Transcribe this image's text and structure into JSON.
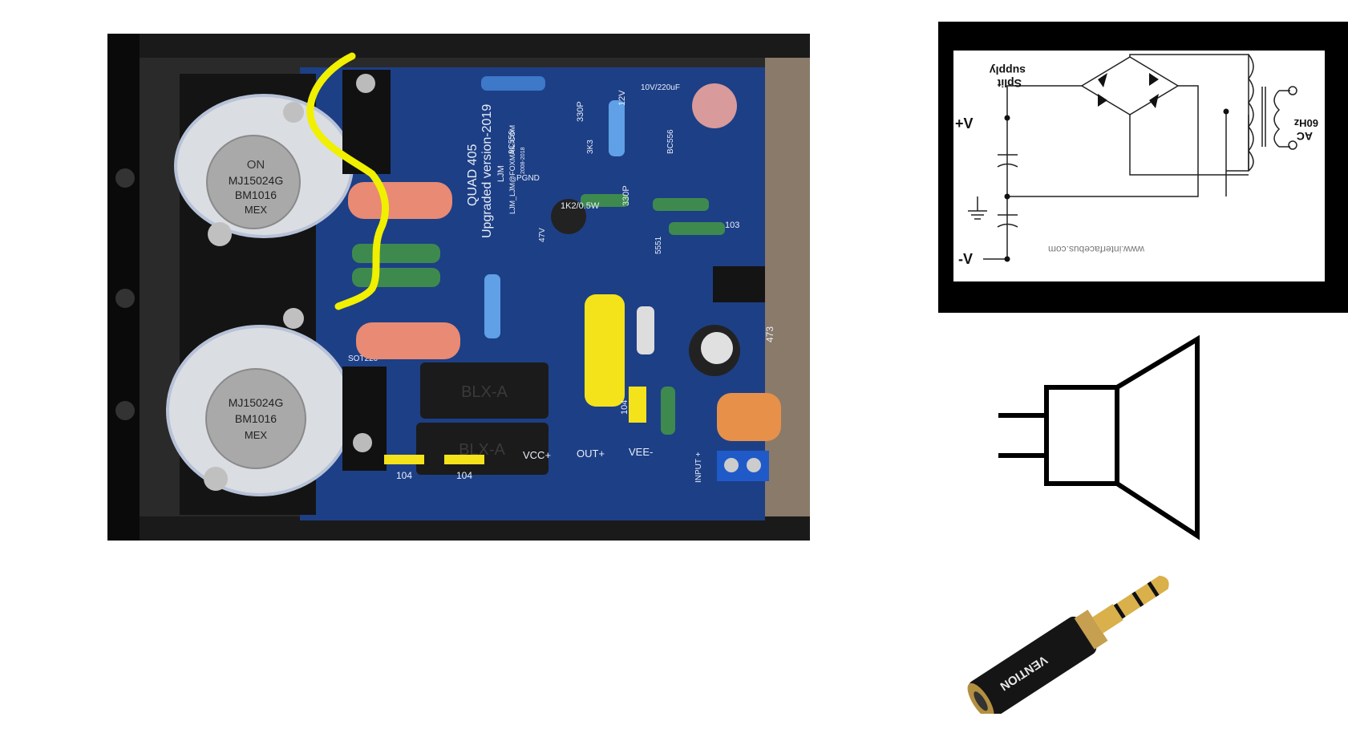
{
  "pcb_photo": {
    "board_title": "QUAD 405",
    "board_subtitle": "Upgraded version-2019",
    "board_author": "LJM",
    "board_email": "LJM_LJM@FOXMAIL.COM",
    "board_date": "2008-2018",
    "transistor_top": {
      "line1": "MJ15024G",
      "line2": "BM1016",
      "line3": "MEX",
      "logo": "ON"
    },
    "transistor_bottom": {
      "line1": "MJ15024G",
      "line2": "BM1016",
      "line3": "MEX"
    },
    "relay_top": "BLX-A",
    "relay_bottom": "BLX-A",
    "labels": {
      "c330p_a": "330P",
      "c330p_b": "330P",
      "c12v": "12V",
      "cap10v": "10V/220uF",
      "r3k3": "3K3",
      "q9c556": "9C556",
      "q8c556": "BC556",
      "q5551": "5551",
      "r1k2": "1K2/0.5W",
      "c47v": "47V",
      "pgnd": "PGND",
      "sod220": "SOT220",
      "c104_a": "104",
      "c104_b": "104",
      "c104_c": "104",
      "vcc": "VCC+",
      "out": "OUT+",
      "vee": "VEE-",
      "input": "INPUT +",
      "r473": "473",
      "d103": "103"
    },
    "highlight_color": "#f0f000"
  },
  "schematic": {
    "title_line1": "Split",
    "title_line2": "supply",
    "plus_v": "+V",
    "minus_v": "-V",
    "ac_line1": "AC",
    "ac_line2": "60Hz",
    "watermark": "www.interfacebus.com"
  },
  "jack": {
    "brand": "VENTION"
  }
}
